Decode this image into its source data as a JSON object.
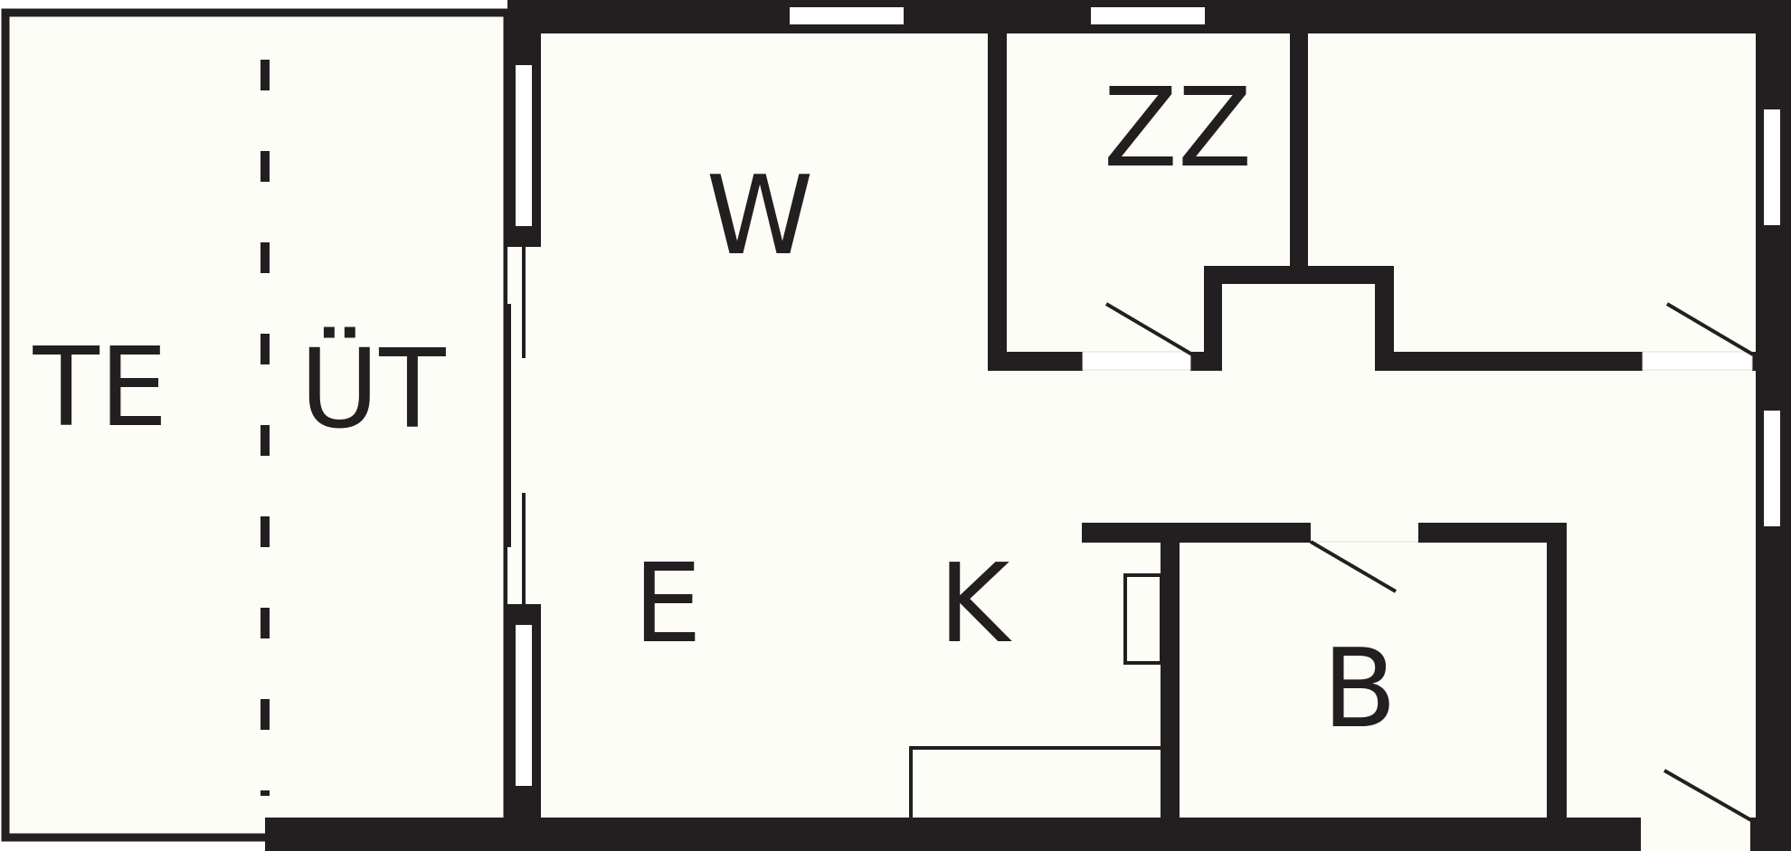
{
  "floorplan": {
    "colors": {
      "wall": "#231f20",
      "floor": "#fdfdf7"
    },
    "rooms": {
      "te": "TE",
      "ut": "ÜT",
      "w": "W",
      "zz": "ZZ",
      "e": "E",
      "k": "K",
      "b": "B"
    }
  }
}
